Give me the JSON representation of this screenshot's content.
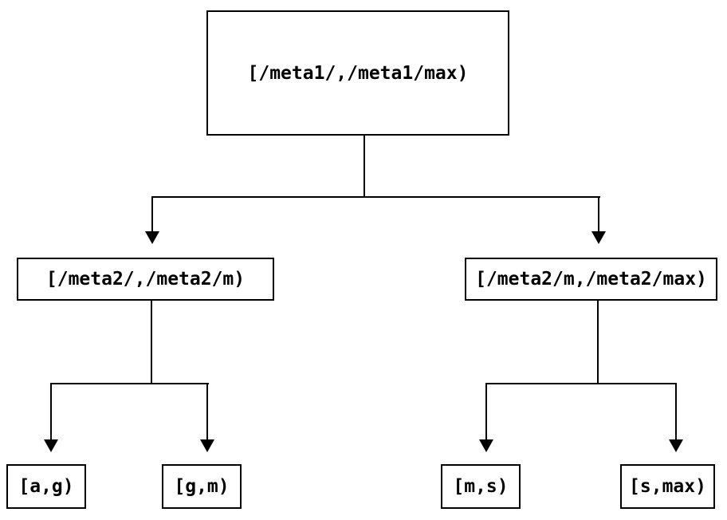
{
  "diagram": {
    "type": "tree",
    "background_color": "#ffffff",
    "line_color": "#000000",
    "text_color": "#000000",
    "nodes": {
      "root": {
        "label": "[/meta1/,/meta1/max)"
      },
      "left_mid": {
        "label": "[/meta2/,/meta2/m)"
      },
      "right_mid": {
        "label": "[/meta2/m,/meta2/max)"
      },
      "leaf_ag": {
        "label": "[a,g)"
      },
      "leaf_gm": {
        "label": "[g,m)"
      },
      "leaf_ms": {
        "label": "[m,s)"
      },
      "leaf_smax": {
        "label": "[s,max)"
      }
    },
    "edges": [
      {
        "from": "root",
        "to": "left_mid"
      },
      {
        "from": "root",
        "to": "right_mid"
      },
      {
        "from": "left_mid",
        "to": "leaf_ag"
      },
      {
        "from": "left_mid",
        "to": "leaf_gm"
      },
      {
        "from": "right_mid",
        "to": "leaf_ms"
      },
      {
        "from": "right_mid",
        "to": "leaf_smax"
      }
    ]
  }
}
